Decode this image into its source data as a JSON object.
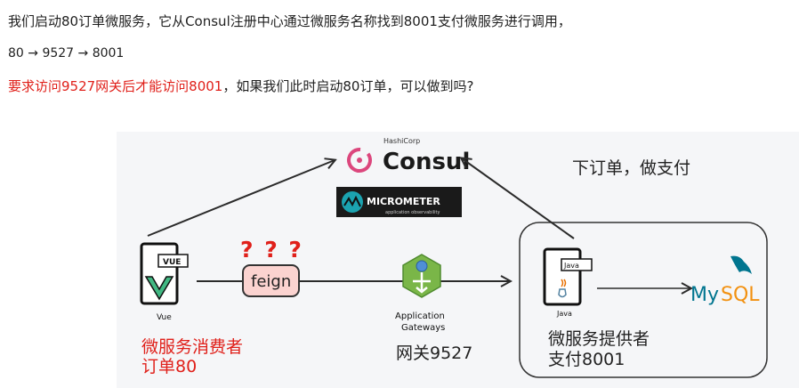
{
  "text": {
    "line1": "我们启动80订单微服务，它从Consul注册中心通过微服务名称找到8001支付微服务进行调用，",
    "line2": "80 → 9527 → 8001",
    "line3_red": "要求访问9527网关后才能访问8001",
    "line3_rest": "，如果我们此时启动80订单，可以做到吗?"
  },
  "diagram": {
    "hashicorp_label": "HashiCorp",
    "consul_label": "Consul",
    "micrometer_label": "MICROMETER",
    "micrometer_sub": "application observability",
    "order_note": "下订单，做支付",
    "vue_tag": "VUE",
    "vue_caption": "Vue",
    "question_marks": "? ? ?",
    "feign_label": "feign",
    "gateway_caption_1": "Application",
    "gateway_caption_2": "Gateways",
    "gateway_label": "网关9527",
    "consumer_label_1": "微服务消费者",
    "consumer_label_2": "订单80",
    "java_tag": "Java",
    "java_caption": "Java",
    "mysql_label_my": "My",
    "mysql_label_sql": "SQL",
    "provider_label_1": "微服务提供者",
    "provider_label_2": "支付8001",
    "colors": {
      "red": "#e0201a",
      "consul_pink": "#dc477d",
      "mysql_blue": "#00758f",
      "mysql_orange": "#f29111",
      "vue_green": "#41b883",
      "gateway_green": "#7ab648"
    }
  }
}
